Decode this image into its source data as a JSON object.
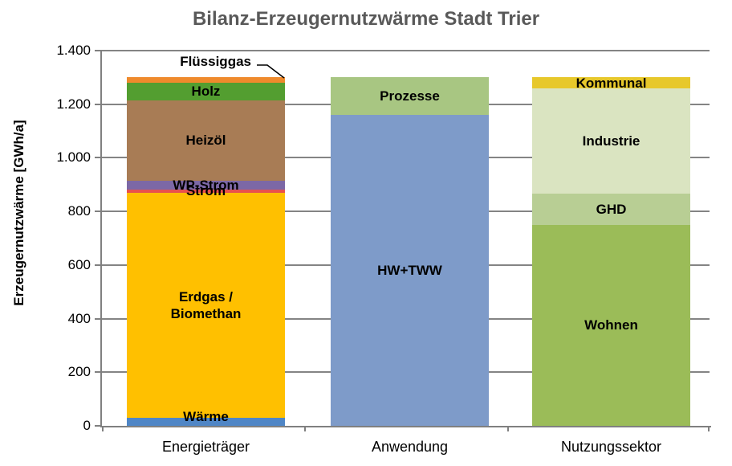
{
  "chart": {
    "title": "Bilanz-Erzeugernutzwärme Stadt Trier",
    "title_color": "#595959",
    "y_axis": {
      "title": "Erzeugernutzwärme [GWh/a]",
      "min": 0,
      "max": 1400,
      "step": 200,
      "tick_labels": [
        "0",
        "200",
        "400",
        "600",
        "800",
        "1.000",
        "1.200",
        "1.400"
      ]
    },
    "grid_color": "#848484",
    "axis_color": "#808080"
  },
  "chart_data": {
    "type": "stacked-bar",
    "title": "Bilanz-Erzeugernutzwärme Stadt Trier",
    "ylabel": "Erzeugernutzwärme [GWh/a]",
    "ylim": [
      0,
      1400
    ],
    "grid": true,
    "legend": "none (segments labeled inside bars)",
    "categories": [
      "Energieträger",
      "Anwendung",
      "Nutzungssektor"
    ],
    "bars": [
      {
        "category": "Energieträger",
        "total": 1300,
        "segments": [
          {
            "name": "Wärme",
            "value": 30,
            "color": "#4F86C6",
            "label_placement": "bottom"
          },
          {
            "name": "Erdgas / Biomethan",
            "value": 840,
            "color": "#FFC000",
            "label_lines": [
              "Erdgas /",
              "Biomethan"
            ]
          },
          {
            "name": "Strom",
            "value": 12,
            "color": "#E8514D"
          },
          {
            "name": "WP-Strom",
            "value": 33,
            "color": "#7C68A6"
          },
          {
            "name": "Heizöl",
            "value": 300,
            "color": "#A87C55"
          },
          {
            "name": "Holz",
            "value": 65,
            "color": "#539E30"
          },
          {
            "name": "Flüssiggas",
            "value": 20,
            "color": "#EF8A2C",
            "label_placement": "callout"
          }
        ]
      },
      {
        "category": "Anwendung",
        "total": 1300,
        "segments": [
          {
            "name": "HW+TWW",
            "value": 1160,
            "color": "#7E9BC9"
          },
          {
            "name": "Prozesse",
            "value": 140,
            "color": "#A8C682"
          }
        ]
      },
      {
        "category": "Nutzungssektor",
        "total": 1300,
        "segments": [
          {
            "name": "Wohnen",
            "value": 750,
            "color": "#9BBC58"
          },
          {
            "name": "GHD",
            "value": 115,
            "color": "#B8CE94"
          },
          {
            "name": "Industrie",
            "value": 395,
            "color": "#DAE4C1"
          },
          {
            "name": "Kommunal",
            "value": 40,
            "color": "#E7C82B"
          }
        ]
      }
    ]
  }
}
